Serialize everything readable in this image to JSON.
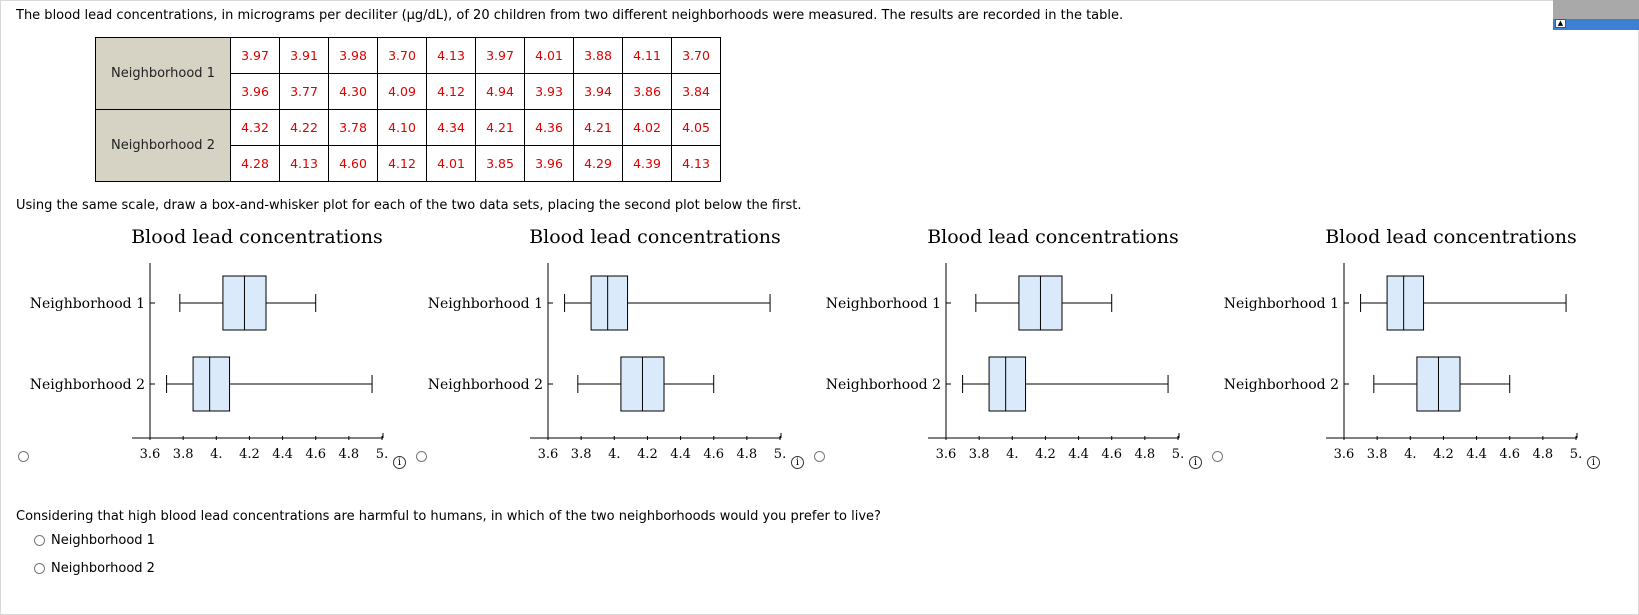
{
  "intro_text": "The blood lead concentrations, in micrograms per deciliter (µg/dL), of 20 children from two different neighborhoods were measured. The results are recorded in the table.",
  "table": {
    "groups": [
      {
        "label": "Neighborhood 1",
        "rows": [
          [
            "3.97",
            "3.91",
            "3.98",
            "3.70",
            "4.13",
            "3.97",
            "4.01",
            "3.88",
            "4.11",
            "3.70"
          ],
          [
            "3.96",
            "3.77",
            "4.30",
            "4.09",
            "4.12",
            "4.94",
            "3.93",
            "3.94",
            "3.86",
            "3.84"
          ]
        ]
      },
      {
        "label": "Neighborhood 2",
        "rows": [
          [
            "4.32",
            "4.22",
            "3.78",
            "4.10",
            "4.34",
            "4.21",
            "4.36",
            "4.21",
            "4.02",
            "4.05"
          ],
          [
            "4.28",
            "4.13",
            "4.60",
            "4.12",
            "4.01",
            "3.85",
            "3.96",
            "4.29",
            "4.39",
            "4.13"
          ]
        ]
      }
    ]
  },
  "instruction_text": "Using the same scale, draw a box-and-whisker plot for each of the two data sets, placing the second plot below the first.",
  "plot_options": {
    "title": "Blood lead concentrations",
    "xticks": [
      "3.6",
      "3.8",
      "4.",
      "4.2",
      "4.4",
      "4.6",
      "4.8",
      "5."
    ],
    "xlim": [
      3.6,
      5.0
    ],
    "info_icon": "i"
  },
  "chart_data": [
    {
      "type": "box",
      "title": "Blood lead concentrations",
      "categories": [
        "Neighborhood 1",
        "Neighborhood 2"
      ],
      "xlim": [
        3.6,
        5.0
      ],
      "series": [
        {
          "min": 3.78,
          "q1": 4.04,
          "median": 4.17,
          "q3": 4.3,
          "max": 4.6
        },
        {
          "min": 3.7,
          "q1": 3.86,
          "median": 3.96,
          "q3": 4.08,
          "max": 4.94
        }
      ]
    },
    {
      "type": "box",
      "title": "Blood lead concentrations",
      "categories": [
        "Neighborhood 1",
        "Neighborhood 2"
      ],
      "xlim": [
        3.6,
        5.0
      ],
      "series": [
        {
          "min": 3.7,
          "q1": 3.86,
          "median": 3.96,
          "q3": 4.08,
          "max": 4.94
        },
        {
          "min": 3.78,
          "q1": 4.04,
          "median": 4.17,
          "q3": 4.3,
          "max": 4.6
        }
      ]
    },
    {
      "type": "box",
      "title": "Blood lead concentrations",
      "categories": [
        "Neighborhood 1",
        "Neighborhood 2"
      ],
      "xlim": [
        3.6,
        5.0
      ],
      "series": [
        {
          "min": 3.78,
          "q1": 4.04,
          "median": 4.17,
          "q3": 4.3,
          "max": 4.6
        },
        {
          "min": 3.7,
          "q1": 3.86,
          "median": 3.96,
          "q3": 4.08,
          "max": 4.94
        }
      ]
    },
    {
      "type": "box",
      "title": "Blood lead concentrations",
      "categories": [
        "Neighborhood 1",
        "Neighborhood 2"
      ],
      "xlim": [
        3.6,
        5.0
      ],
      "series": [
        {
          "min": 3.7,
          "q1": 3.86,
          "median": 3.96,
          "q3": 4.08,
          "max": 4.94
        },
        {
          "min": 3.78,
          "q1": 4.04,
          "median": 4.17,
          "q3": 4.3,
          "max": 4.6
        }
      ]
    }
  ],
  "question_text": "Considering that high blood lead concentrations are harmful to humans, in which of the two neighborhoods would you prefer to live?",
  "choices": [
    "Neighborhood 1",
    "Neighborhood 2"
  ],
  "colors": {
    "table_value": "#e00000",
    "row_header_bg": "#d6d2c4",
    "box_fill": "#dbeafa"
  }
}
